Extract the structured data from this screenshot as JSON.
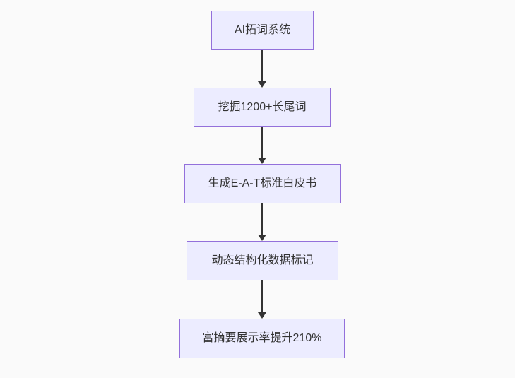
{
  "diagram": {
    "type": "flowchart",
    "direction": "top-down",
    "flow": "linear",
    "nodes": [
      {
        "label": "AI拓词系统"
      },
      {
        "label": "挖掘1200+长尾词"
      },
      {
        "label": "生成E-A-T标准白皮书"
      },
      {
        "label": "动态结构化数据标记"
      },
      {
        "label": "富摘要展示率提升210%"
      }
    ],
    "edges": [
      {
        "from": "AI拓词系统",
        "to": "挖掘1200+长尾词"
      },
      {
        "from": "挖掘1200+长尾词",
        "to": "生成E-A-T标准白皮书"
      },
      {
        "from": "生成E-A-T标准白皮书",
        "to": "动态结构化数据标记"
      },
      {
        "from": "动态结构化数据标记",
        "to": "富摘要展示率提升210%"
      }
    ]
  },
  "colors": {
    "canvas-bg": "#fafafa",
    "node-fill": "#ececff",
    "node-border": "#9370db",
    "node-text": "#333333",
    "arrow": "#333333"
  }
}
